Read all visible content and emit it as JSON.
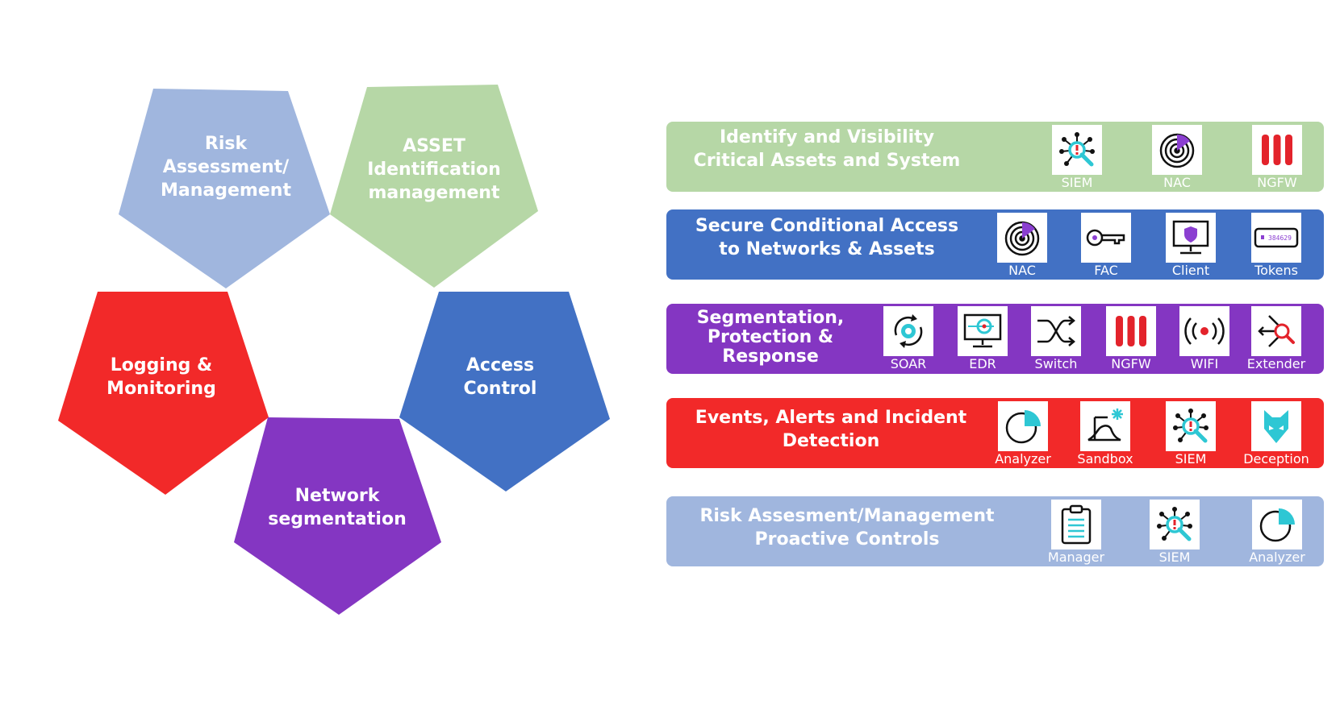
{
  "colors": {
    "risk": "#A0B6DE",
    "asset": "#B6D7A6",
    "logging": "#F22929",
    "access": "#4271C4",
    "segmentation": "#8436C2",
    "icon_red": "#E3232B",
    "icon_cyan": "#2EC7D4",
    "icon_purple": "#8B3FD1"
  },
  "pentagons": [
    {
      "id": "risk",
      "lines": [
        "Risk",
        "Assessment/",
        "Management"
      ]
    },
    {
      "id": "asset",
      "lines": [
        "ASSET",
        "Identification",
        "management"
      ]
    },
    {
      "id": "logging",
      "lines": [
        "Logging &",
        "Monitoring"
      ]
    },
    {
      "id": "access",
      "lines": [
        "Access",
        "Control"
      ]
    },
    {
      "id": "segmentation",
      "lines": [
        "Network",
        "segmentation"
      ]
    }
  ],
  "rows": [
    {
      "id": "identify",
      "color_key": "asset",
      "title": [
        "Identify and Visibility",
        "Critical Assets and System"
      ],
      "tools": [
        {
          "icon": "siem-icon",
          "label": "SIEM"
        },
        {
          "icon": "nac-icon",
          "label": "NAC"
        },
        {
          "icon": "ngfw-icon",
          "label": "NGFW"
        }
      ]
    },
    {
      "id": "secure",
      "color_key": "access",
      "title": [
        "Secure Conditional Access",
        "to Networks & Assets"
      ],
      "tools": [
        {
          "icon": "nac-icon",
          "label": "NAC"
        },
        {
          "icon": "fac-key-icon",
          "label": "FAC"
        },
        {
          "icon": "client-icon",
          "label": "Client"
        },
        {
          "icon": "token-icon",
          "label": "Tokens",
          "token_text": "384629"
        }
      ]
    },
    {
      "id": "segment",
      "color_key": "segmentation",
      "title": [
        "Segmentation,",
        "Protection &",
        "Response"
      ],
      "tools": [
        {
          "icon": "soar-icon",
          "label": "SOAR"
        },
        {
          "icon": "edr-icon",
          "label": "EDR"
        },
        {
          "icon": "switch-icon",
          "label": "Switch"
        },
        {
          "icon": "ngfw-icon",
          "label": "NGFW"
        },
        {
          "icon": "wifi-icon",
          "label": "WIFI"
        },
        {
          "icon": "extender-icon",
          "label": "Extender"
        }
      ]
    },
    {
      "id": "events",
      "color_key": "logging",
      "title": [
        "Events, Alerts and Incident",
        "Detection"
      ],
      "tools": [
        {
          "icon": "analyzer-icon",
          "label": "Analyzer"
        },
        {
          "icon": "sandbox-icon",
          "label": "Sandbox"
        },
        {
          "icon": "siem-icon",
          "label": "SIEM"
        },
        {
          "icon": "deception-icon",
          "label": "Deception"
        }
      ]
    },
    {
      "id": "riskrow",
      "color_key": "risk",
      "title": [
        "Risk Assesment/Management",
        "Proactive Controls"
      ],
      "tools": [
        {
          "icon": "manager-icon",
          "label": "Manager"
        },
        {
          "icon": "siem-icon",
          "label": "SIEM"
        },
        {
          "icon": "analyzer-icon",
          "label": "Analyzer"
        }
      ]
    }
  ]
}
